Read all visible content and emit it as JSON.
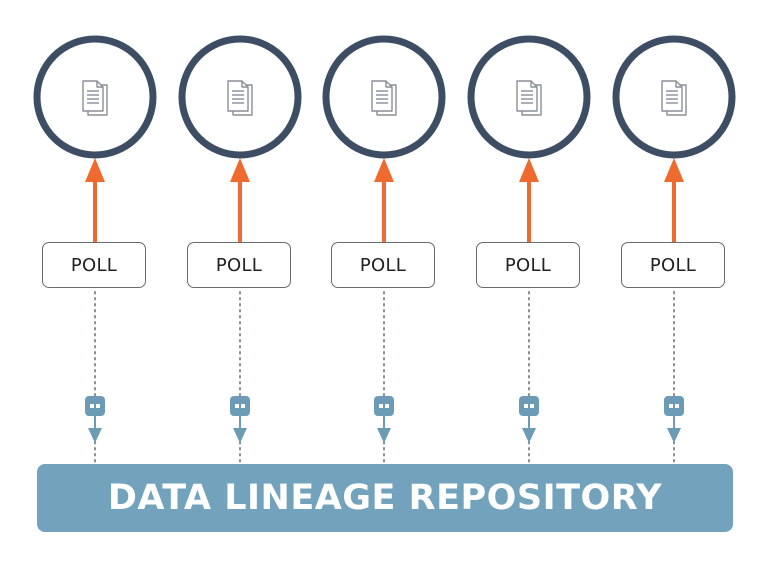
{
  "nodes": [
    {
      "poll_label": "POLL",
      "source_icon": "document-icon",
      "connector_icon": "connector-icon"
    },
    {
      "poll_label": "POLL",
      "source_icon": "document-icon",
      "connector_icon": "connector-icon"
    },
    {
      "poll_label": "POLL",
      "source_icon": "document-icon",
      "connector_icon": "connector-icon"
    },
    {
      "poll_label": "POLL",
      "source_icon": "document-icon",
      "connector_icon": "connector-icon"
    },
    {
      "poll_label": "POLL",
      "source_icon": "document-icon",
      "connector_icon": "connector-icon"
    }
  ],
  "repository": {
    "label": "DATA LINEAGE REPOSITORY"
  },
  "colors": {
    "circle_ring": "#3d4d63",
    "arrow": "#ee6a2f",
    "connector": "#6c9bb5",
    "repository_bg": "#73a3bc",
    "icon": "#8a8f96"
  }
}
